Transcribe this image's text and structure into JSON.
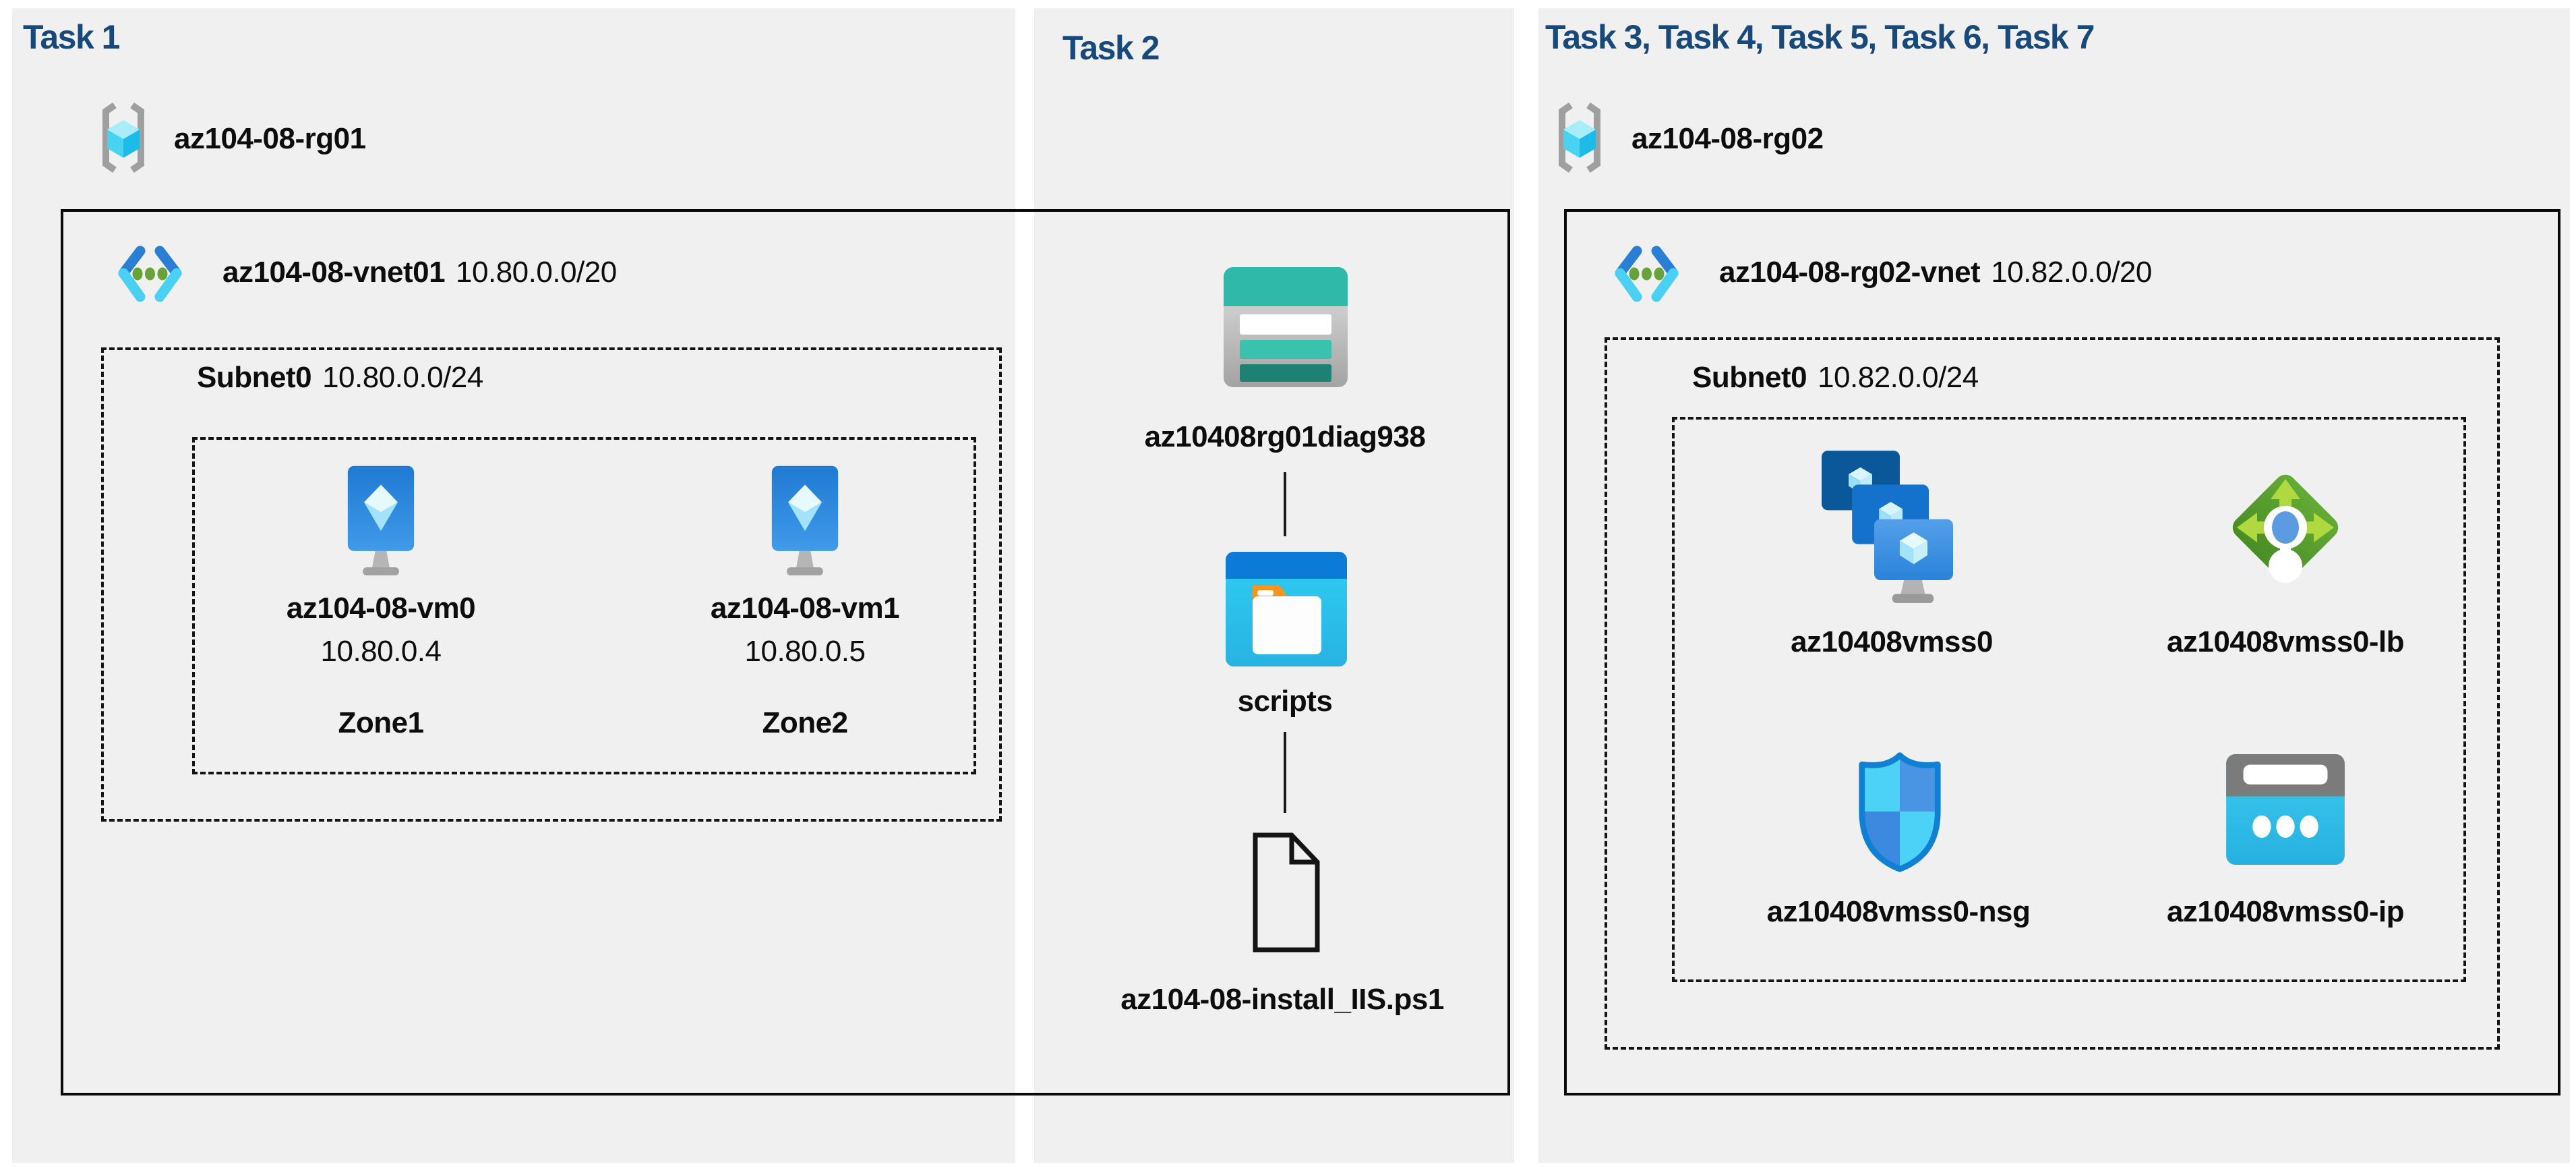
{
  "panels": [
    {
      "title": "Task 1"
    },
    {
      "title": "Task 2"
    },
    {
      "title": "Task 3, Task 4, Task 5, Task 6, Task 7"
    }
  ],
  "task1": {
    "resource_group": "az104-08-rg01",
    "vnet": {
      "name": "az104-08-vnet01",
      "cidr": "10.80.0.0/20"
    },
    "subnet": {
      "name": "Subnet0",
      "cidr": "10.80.0.0/24"
    },
    "vms": [
      {
        "name": "az104-08-vm0",
        "ip": "10.80.0.4",
        "zone": "Zone1"
      },
      {
        "name": "az104-08-vm1",
        "ip": "10.80.0.5",
        "zone": "Zone2"
      }
    ]
  },
  "task2": {
    "storage_account": "az10408rg01diag938",
    "container": "scripts",
    "script_file": "az104-08-install_IIS.ps1"
  },
  "task3": {
    "resource_group": "az104-08-rg02",
    "vnet": {
      "name": "az104-08-rg02-vnet",
      "cidr": "10.82.0.0/20"
    },
    "subnet": {
      "name": "Subnet0",
      "cidr": "10.82.0.0/24"
    },
    "vmss": "az10408vmss0",
    "load_balancer": "az10408vmss0-lb",
    "nsg": "az10408vmss0-nsg",
    "public_ip": "az10408vmss0-ip"
  },
  "icons": {
    "resource_group": "resource-group-icon",
    "vnet": "virtual-network-icon",
    "vm": "virtual-machine-icon",
    "storage": "storage-account-icon",
    "container": "blob-container-icon",
    "file": "script-file-icon",
    "vmss": "vm-scale-set-icon",
    "lb": "load-balancer-icon",
    "nsg": "network-security-group-icon",
    "ip": "public-ip-icon"
  },
  "colors": {
    "panel": "#f0f0f1",
    "title": "#17497a",
    "teal": "#2eb9a8",
    "blue": "#1472cc",
    "cyan": "#2fcdf2",
    "green": "#4a8d24",
    "olive": "#68a33a",
    "orange": "#f5941e",
    "gray": "#9f9f9f"
  }
}
